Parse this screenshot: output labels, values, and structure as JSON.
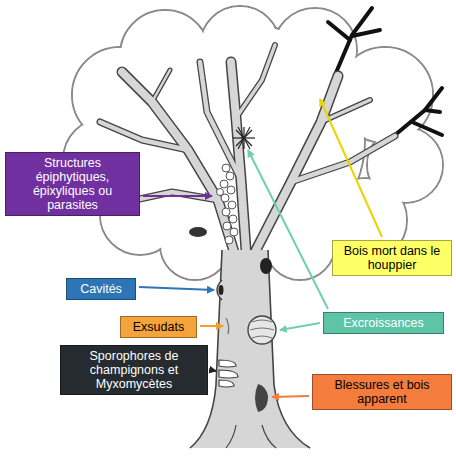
{
  "diagram": {
    "nodes": [
      {
        "text": [
          "Structures épiphytiques, épixyliques ou parasites"
        ]
      },
      {
        "text": [
          "Bois mort dans le houppier"
        ]
      },
      {
        "text": [
          "Cavités"
        ]
      },
      {
        "text": [
          "Exsudats"
        ]
      },
      {
        "text": [
          "Excroissances"
        ]
      },
      {
        "text": [
          "Sporophores de champignons et Myxomycètes"
        ]
      },
      {
        "text": [
          "Blessures et bois apparent"
        ]
      }
    ]
  }
}
